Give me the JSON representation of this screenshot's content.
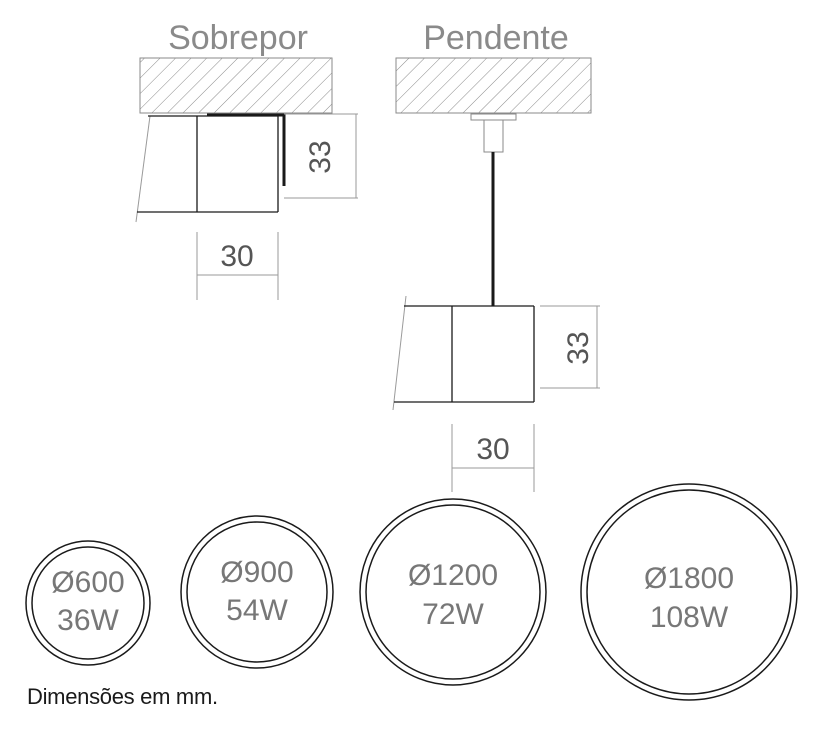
{
  "mounting": {
    "surface": {
      "title": "Sobrepor",
      "height_label": "33",
      "width_label": "30"
    },
    "pendant": {
      "title": "Pendente",
      "height_label": "33",
      "width_label": "30"
    }
  },
  "models": [
    {
      "diameter": "Ø600",
      "power": "36W"
    },
    {
      "diameter": "Ø900",
      "power": "54W"
    },
    {
      "diameter": "Ø1200",
      "power": "72W"
    },
    {
      "diameter": "Ø1800",
      "power": "108W"
    }
  ],
  "footnote": "Dimensões em mm.",
  "colors": {
    "line_dark": "#1a1a1a",
    "line_gray": "#9a9a9a",
    "text_gray": "#777777"
  }
}
